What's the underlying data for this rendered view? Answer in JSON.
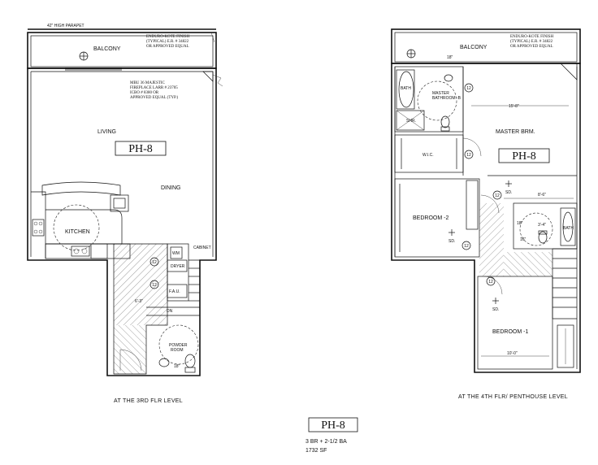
{
  "left_plan": {
    "parapet": "42\" HIGH PARAPET",
    "balcony": "BALCONY",
    "balcony_note": [
      "ENDURO-KOTE FINISH",
      "(TYPICAL) E.R. # 34822",
      "OR APPROVED EQUAL"
    ],
    "fireplace_note": [
      "MBU 36 MAJESTIC",
      "FIREPLACE LARR # 23705",
      "ICBO # 8380 OR",
      "APPROVED EQUAL (TYP.)"
    ],
    "living": "LIVING",
    "unit_tag": "PH-8",
    "dining": "DINING",
    "kitchen": "KITCHEN",
    "cabinet": "CABINET",
    "wm": "WM",
    "dryer": "DRYER",
    "fau": "F.A.U.",
    "dn": "DN",
    "powder_room": [
      "POWDER",
      "ROOM"
    ],
    "door_num": "12",
    "dim_6_3": "6'-3\"",
    "dim_18": "18\"",
    "caption": "AT THE 3RD FLR LEVEL"
  },
  "right_plan": {
    "balcony": "BALCONY",
    "balcony_note": [
      "ENDURO-KOTE FINISH",
      "(TYPICAL) E.R. # 34822",
      "OR APPROVED EQUAL"
    ],
    "bath": "BATH",
    "master_bath": [
      "MASTER",
      "BATHROOM -B"
    ],
    "shr": "SHR.",
    "master_brm": "MASTER BRM.",
    "wic": "W.I.C.",
    "unit_tag": "PH-8",
    "bedroom2": "BEDROOM -2",
    "bedroom1": "BEDROOM -1",
    "sd": "SD.",
    "dim_18": "18\"",
    "dim_15_8": "15'-8\"",
    "dim_8_6": "8'-6\"",
    "dim_3_4": "3'-4\"",
    "dim_16": "16\"",
    "dim_10_0": "10'-0\"",
    "door_num": "12",
    "caption": "AT THE 4TH FLR/ PENTHOUSE LEVEL"
  },
  "footer": {
    "tag": "PH-8",
    "beds": "3 BR + 2-1/2 BA",
    "area": "1732 SF"
  }
}
